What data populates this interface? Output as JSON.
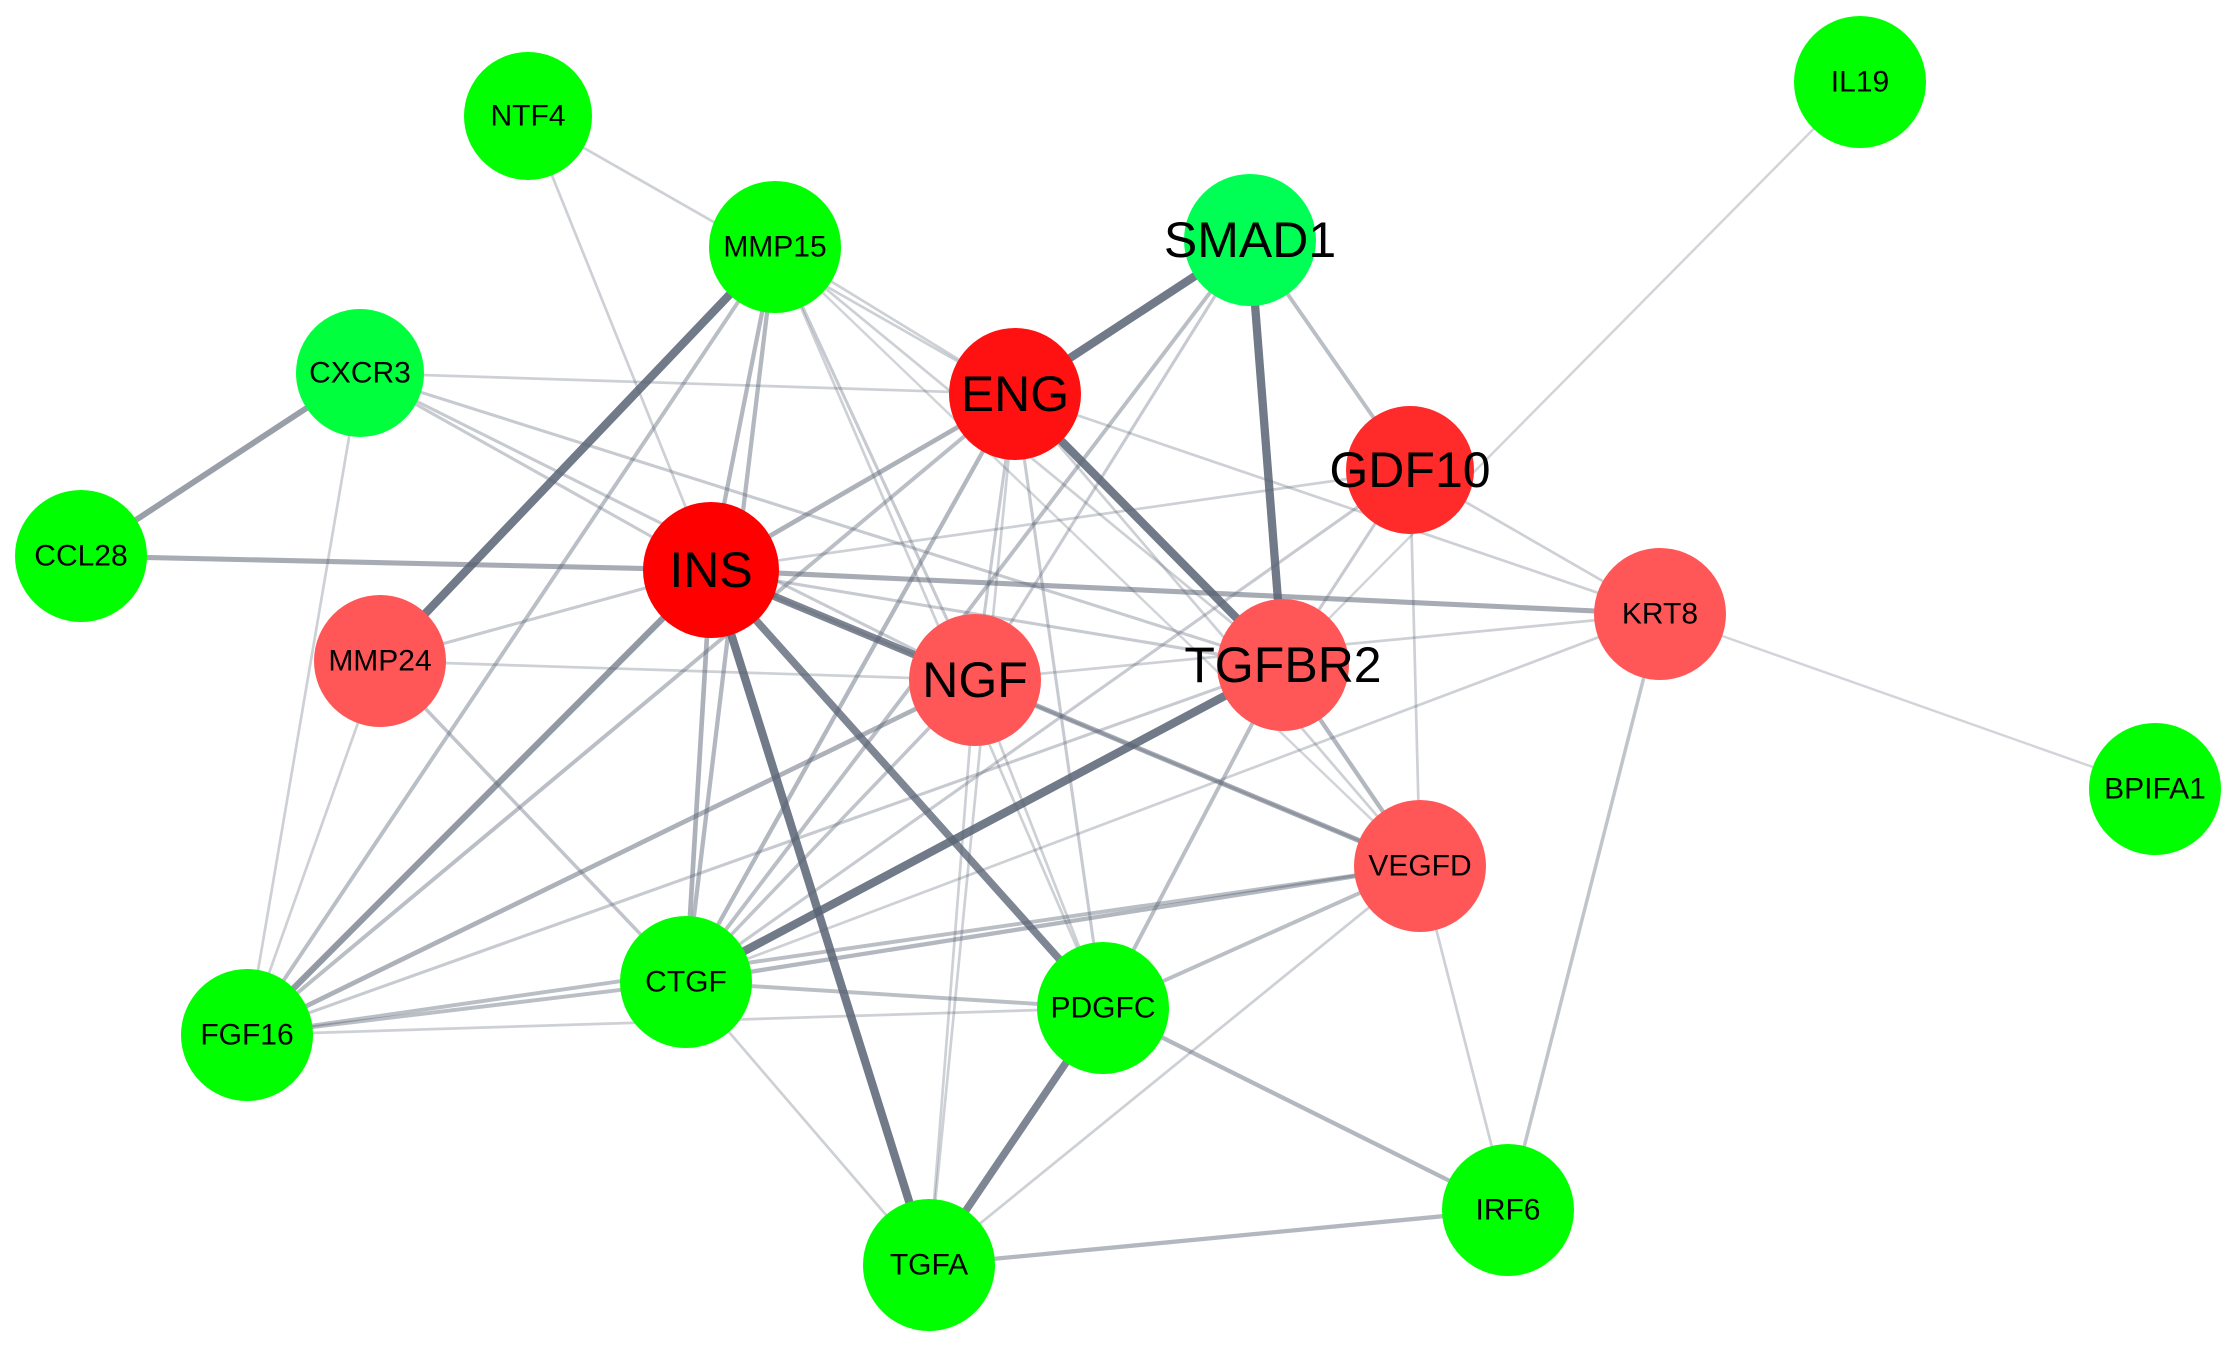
{
  "network": {
    "colors": {
      "edge": "#5a6475",
      "up_strong": "#ff0000",
      "up_medium": "#ff2a2a",
      "up_light": "#ff5757",
      "down": "#00ff00",
      "down_light": "#00ff55"
    },
    "nodes": [
      {
        "id": "NTF4",
        "label": "NTF4",
        "fill": "#00ff00"
      },
      {
        "id": "IL19",
        "label": "IL19",
        "fill": "#00ff00"
      },
      {
        "id": "MMP15",
        "label": "MMP15",
        "fill": "#00ff00"
      },
      {
        "id": "SMAD1",
        "label": "SMAD1",
        "fill": "#00ff55"
      },
      {
        "id": "CXCR3",
        "label": "CXCR3",
        "fill": "#00ff3c"
      },
      {
        "id": "ENG",
        "label": "ENG",
        "fill": "#ff1111"
      },
      {
        "id": "GDF10",
        "label": "GDF10",
        "fill": "#ff2a2a"
      },
      {
        "id": "CCL28",
        "label": "CCL28",
        "fill": "#00ff00"
      },
      {
        "id": "INS",
        "label": "INS",
        "fill": "#ff0000"
      },
      {
        "id": "KRT8",
        "label": "KRT8",
        "fill": "#ff5757"
      },
      {
        "id": "MMP24",
        "label": "MMP24",
        "fill": "#ff5757"
      },
      {
        "id": "NGF",
        "label": "NGF",
        "fill": "#ff5757"
      },
      {
        "id": "TGFBR2",
        "label": "TGFBR2",
        "fill": "#ff5757"
      },
      {
        "id": "BPIFA1",
        "label": "BPIFA1",
        "fill": "#00ff00"
      },
      {
        "id": "VEGFD",
        "label": "VEGFD",
        "fill": "#ff5757"
      },
      {
        "id": "CTGF",
        "label": "CTGF",
        "fill": "#00ff00"
      },
      {
        "id": "FGF16",
        "label": "FGF16",
        "fill": "#00ff00"
      },
      {
        "id": "PDGFC",
        "label": "PDGFC",
        "fill": "#00ff00"
      },
      {
        "id": "IRF6",
        "label": "IRF6",
        "fill": "#00ff00"
      },
      {
        "id": "TGFA",
        "label": "TGFA",
        "fill": "#00ff00"
      }
    ],
    "edges": [
      {
        "source": "CXCR3",
        "target": "CCL28",
        "weight": 0.55
      },
      {
        "source": "CCL28",
        "target": "INS",
        "weight": 0.45
      },
      {
        "source": "MMP15",
        "target": "MMP24",
        "weight": 0.85
      },
      {
        "source": "SMAD1",
        "target": "ENG",
        "weight": 0.85
      },
      {
        "source": "SMAD1",
        "target": "TGFBR2",
        "weight": 0.85
      },
      {
        "source": "ENG",
        "target": "TGFBR2",
        "weight": 0.85
      },
      {
        "source": "INS",
        "target": "NGF",
        "weight": 0.75
      },
      {
        "source": "INS",
        "target": "PDGFC",
        "weight": 0.75
      },
      {
        "source": "INS",
        "target": "TGFA",
        "weight": 0.85
      },
      {
        "source": "INS",
        "target": "FGF16",
        "weight": 0.6
      },
      {
        "source": "TGFBR2",
        "target": "CTGF",
        "weight": 0.85
      },
      {
        "source": "PDGFC",
        "target": "TGFA",
        "weight": 0.75
      },
      {
        "source": "INS",
        "target": "KRT8",
        "weight": 0.45
      },
      {
        "source": "INS",
        "target": "ENG",
        "weight": 0.4
      },
      {
        "source": "MMP15",
        "target": "CTGF",
        "weight": 0.35
      },
      {
        "source": "MMP15",
        "target": "INS",
        "weight": 0.35
      },
      {
        "source": "MMP15",
        "target": "FGF16",
        "weight": 0.3
      },
      {
        "source": "INS",
        "target": "CTGF",
        "weight": 0.4
      },
      {
        "source": "ENG",
        "target": "CTGF",
        "weight": 0.35
      },
      {
        "source": "ENG",
        "target": "FGF16",
        "weight": 0.3
      },
      {
        "source": "NGF",
        "target": "FGF16",
        "weight": 0.4
      },
      {
        "source": "NGF",
        "target": "VEGFD",
        "weight": 0.45
      },
      {
        "source": "SMAD1",
        "target": "GDF10",
        "weight": 0.3
      },
      {
        "source": "SMAD1",
        "target": "CTGF",
        "weight": 0.3
      },
      {
        "source": "TGFBR2",
        "target": "VEGFD",
        "weight": 0.35
      },
      {
        "source": "TGFBR2",
        "target": "PDGFC",
        "weight": 0.3
      },
      {
        "source": "VEGFD",
        "target": "CTGF",
        "weight": 0.35
      },
      {
        "source": "VEGFD",
        "target": "FGF16",
        "weight": 0.3
      },
      {
        "source": "VEGFD",
        "target": "PDGFC",
        "weight": 0.3
      },
      {
        "source": "CTGF",
        "target": "FGF16",
        "weight": 0.3
      },
      {
        "source": "CTGF",
        "target": "PDGFC",
        "weight": 0.3
      },
      {
        "source": "PDGFC",
        "target": "IRF6",
        "weight": 0.35
      },
      {
        "source": "TGFA",
        "target": "IRF6",
        "weight": 0.35
      },
      {
        "source": "KRT8",
        "target": "IRF6",
        "weight": 0.25
      },
      {
        "source": "MMP24",
        "target": "CTGF",
        "weight": 0.25
      },
      {
        "source": "CXCR3",
        "target": "INS",
        "weight": 0.2
      },
      {
        "source": "CXCR3",
        "target": "NGF",
        "weight": 0.2
      },
      {
        "source": "CXCR3",
        "target": "TGFBR2",
        "weight": 0.2
      },
      {
        "source": "CXCR3",
        "target": "ENG",
        "weight": 0.15
      },
      {
        "source": "CXCR3",
        "target": "FGF16",
        "weight": 0.15
      },
      {
        "source": "NTF4",
        "target": "ENG",
        "weight": 0.15
      },
      {
        "source": "NTF4",
        "target": "INS",
        "weight": 0.15
      },
      {
        "source": "MMP15",
        "target": "NGF",
        "weight": 0.2
      },
      {
        "source": "MMP15",
        "target": "ENG",
        "weight": 0.15
      },
      {
        "source": "MMP15",
        "target": "TGFBR2",
        "weight": 0.15
      },
      {
        "source": "MMP15",
        "target": "PDGFC",
        "weight": 0.15
      },
      {
        "source": "ENG",
        "target": "NGF",
        "weight": 0.2
      },
      {
        "source": "ENG",
        "target": "KRT8",
        "weight": 0.15
      },
      {
        "source": "ENG",
        "target": "PDGFC",
        "weight": 0.2
      },
      {
        "source": "ENG",
        "target": "VEGFD",
        "weight": 0.15
      },
      {
        "source": "ENG",
        "target": "TGFA",
        "weight": 0.15
      },
      {
        "source": "GDF10",
        "target": "TGFBR2",
        "weight": 0.2
      },
      {
        "source": "GDF10",
        "target": "VEGFD",
        "weight": 0.15
      },
      {
        "source": "GDF10",
        "target": "KRT8",
        "weight": 0.15
      },
      {
        "source": "GDF10",
        "target": "CTGF",
        "weight": 0.2
      },
      {
        "source": "GDF10",
        "target": "INS",
        "weight": 0.15
      },
      {
        "source": "IL19",
        "target": "TGFBR2",
        "weight": 0.12
      },
      {
        "source": "KRT8",
        "target": "BPIFA1",
        "weight": 0.12
      },
      {
        "source": "KRT8",
        "target": "CTGF",
        "weight": 0.15
      },
      {
        "source": "KRT8",
        "target": "NGF",
        "weight": 0.15
      },
      {
        "source": "INS",
        "target": "MMP24",
        "weight": 0.2
      },
      {
        "source": "INS",
        "target": "TGFBR2",
        "weight": 0.2
      },
      {
        "source": "INS",
        "target": "VEGFD",
        "weight": 0.15
      },
      {
        "source": "MMP24",
        "target": "FGF16",
        "weight": 0.15
      },
      {
        "source": "MMP24",
        "target": "NGF",
        "weight": 0.15
      },
      {
        "source": "NGF",
        "target": "CTGF",
        "weight": 0.25
      },
      {
        "source": "NGF",
        "target": "TGFA",
        "weight": 0.15
      },
      {
        "source": "NGF",
        "target": "PDGFC",
        "weight": 0.15
      },
      {
        "source": "CTGF",
        "target": "TGFA",
        "weight": 0.15
      },
      {
        "source": "FGF16",
        "target": "PDGFC",
        "weight": 0.15
      },
      {
        "source": "SMAD1",
        "target": "NGF",
        "weight": 0.2
      },
      {
        "source": "TGFBR2",
        "target": "FGF16",
        "weight": 0.2
      },
      {
        "source": "VEGFD",
        "target": "IRF6",
        "weight": 0.15
      },
      {
        "source": "VEGFD",
        "target": "TGFA",
        "weight": 0.15
      },
      {
        "source": "MMP15",
        "target": "VEGFD",
        "weight": 0.12
      }
    ]
  }
}
